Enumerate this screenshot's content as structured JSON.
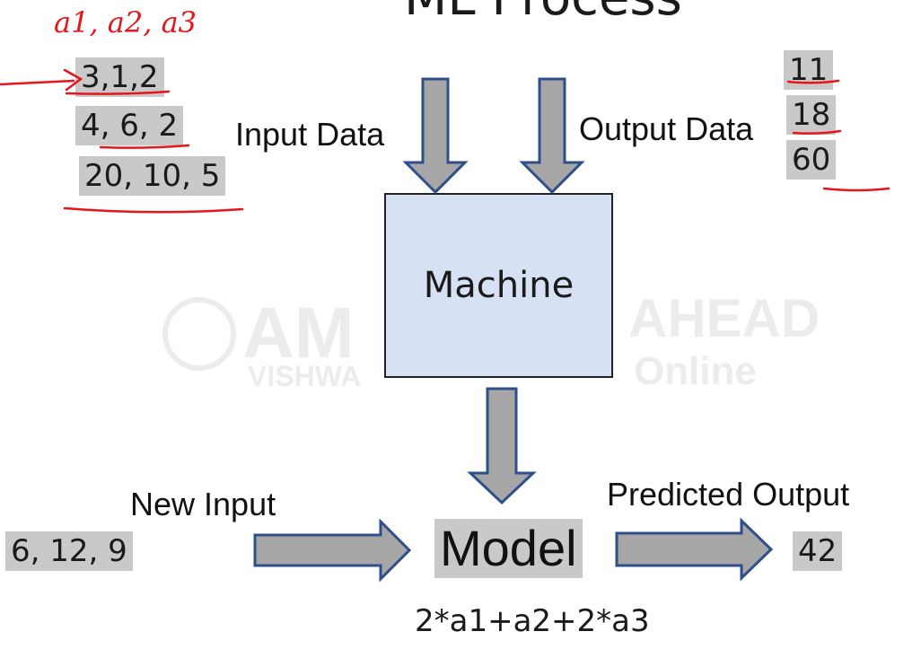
{
  "title": "ML Process",
  "annotation_header": "a1, a2, a3",
  "inputs": [
    "3,1,2",
    "4, 6, 2",
    "20, 10, 5"
  ],
  "outputs": [
    "11",
    "18",
    "60"
  ],
  "labels": {
    "input_data": "Input Data",
    "output_data": "Output Data",
    "machine": "Machine",
    "new_input": "New Input",
    "predicted_output": "Predicted Output",
    "model": "Model"
  },
  "new_input_value": "6, 12, 9",
  "predicted_value": "42",
  "formula": "2*a1+a2+2*a3",
  "watermark": {
    "line1_left": "AM",
    "line1_right": "AHEAD",
    "line2_left": "VISHWA",
    "line2_right": "Online"
  },
  "colors": {
    "arrow_fill": "#a6a6a6",
    "arrow_stroke": "#2f4f8a",
    "machine_fill": "#d6e1f4",
    "chip_bg": "#c9c9c9",
    "annotation": "#e8141b"
  }
}
